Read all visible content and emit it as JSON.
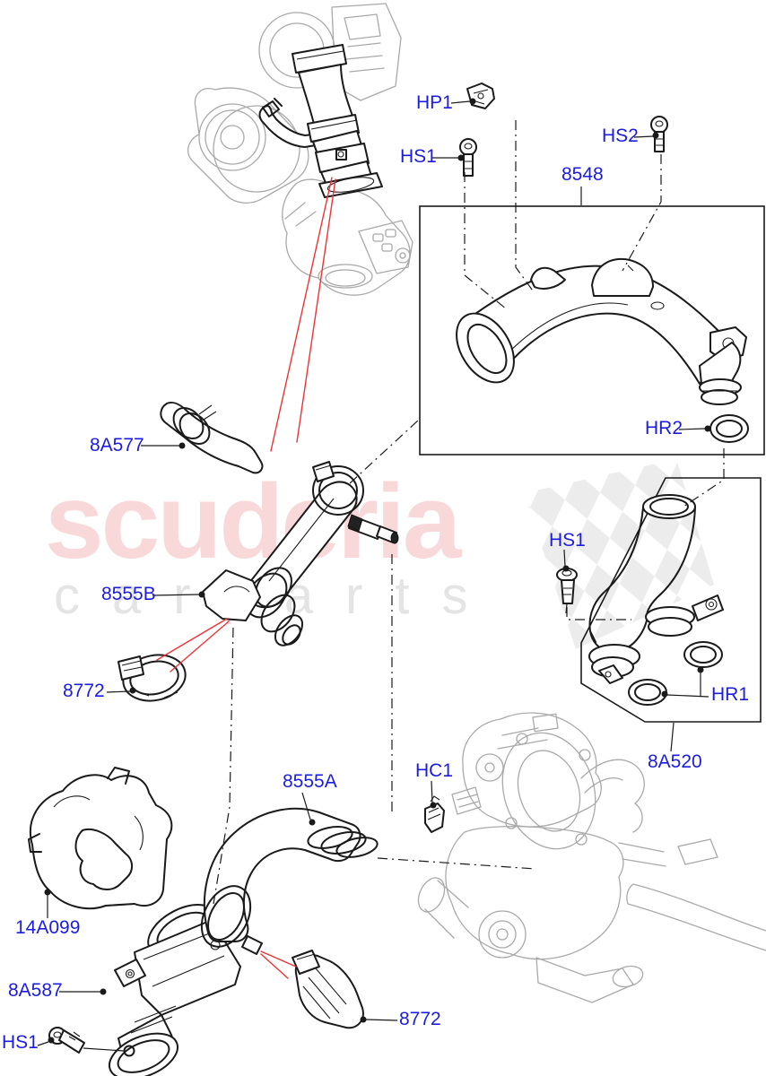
{
  "watermark": {
    "brand": "scuderia",
    "subtext": "carparts",
    "brand_color": "#f8d8d8",
    "subtext_color": "#e4e4e4",
    "flag_color": "#ececec"
  },
  "colors": {
    "label_blue": "#1c1ce0",
    "line_black": "#1a1a1a",
    "ghost_gray": "#a9a9a9",
    "leader_red": "#ee3333",
    "background": "#ffffff"
  },
  "labels": [
    {
      "id": "hp1",
      "text": "HP1"
    },
    {
      "id": "hs1-top",
      "text": "HS1"
    },
    {
      "id": "hs2",
      "text": "HS2"
    },
    {
      "id": "p8548",
      "text": "8548"
    },
    {
      "id": "hr2",
      "text": "HR2"
    },
    {
      "id": "p8a577",
      "text": "8A577"
    },
    {
      "id": "p8555b",
      "text": "8555B"
    },
    {
      "id": "hs1-right",
      "text": "HS1"
    },
    {
      "id": "p8772-left",
      "text": "8772"
    },
    {
      "id": "hr1",
      "text": "HR1"
    },
    {
      "id": "p8a520",
      "text": "8A520"
    },
    {
      "id": "p8555a",
      "text": "8555A"
    },
    {
      "id": "hc1",
      "text": "HC1"
    },
    {
      "id": "p14a099",
      "text": "14A099"
    },
    {
      "id": "p8a587",
      "text": "8A587"
    },
    {
      "id": "hs1-bottom",
      "text": "HS1"
    },
    {
      "id": "p8772-bottom",
      "text": "8772"
    }
  ]
}
